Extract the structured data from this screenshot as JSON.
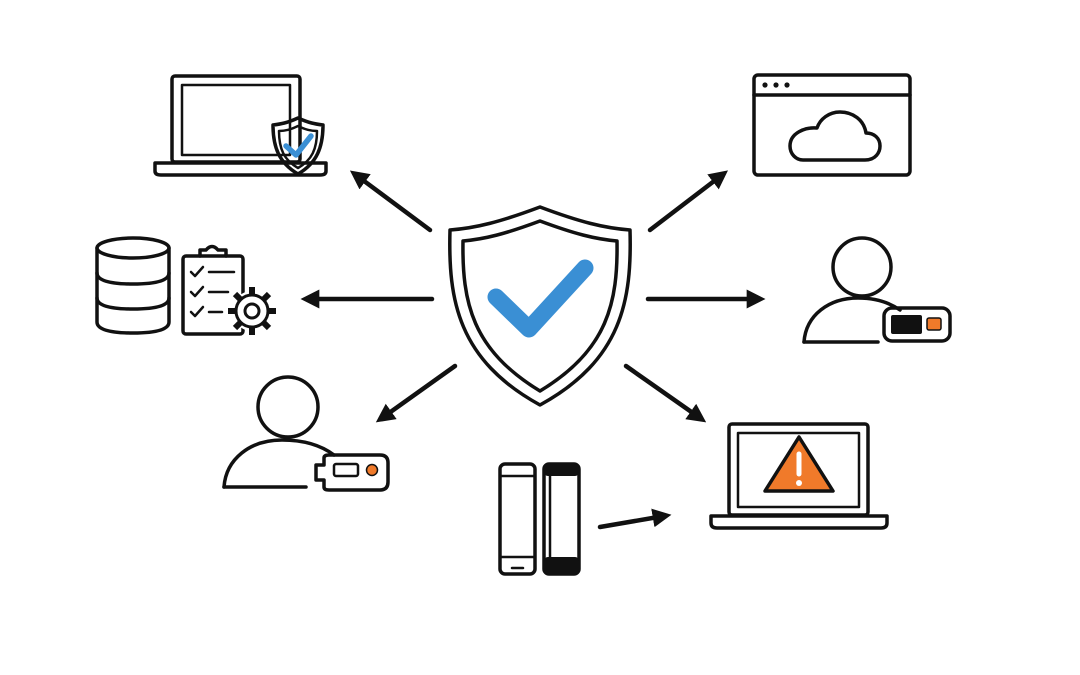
{
  "colors": {
    "line": "#111111",
    "check": "#3a8fd4",
    "warning": "#f07a2a",
    "background": "#ffffff"
  },
  "center": {
    "icon": "shield-check-icon"
  },
  "nodes": [
    {
      "id": "secure-laptop",
      "icon": "laptop-shield-icon"
    },
    {
      "id": "cloud-browser",
      "icon": "browser-cloud-icon"
    },
    {
      "id": "database-checklist",
      "icon": "database-checklist-icon"
    },
    {
      "id": "user-token-right",
      "icon": "user-security-key-icon"
    },
    {
      "id": "user-token-left",
      "icon": "user-security-key-icon"
    },
    {
      "id": "alert-laptop",
      "icon": "laptop-warning-icon"
    },
    {
      "id": "mobile-devices",
      "icon": "phones-icon"
    }
  ]
}
